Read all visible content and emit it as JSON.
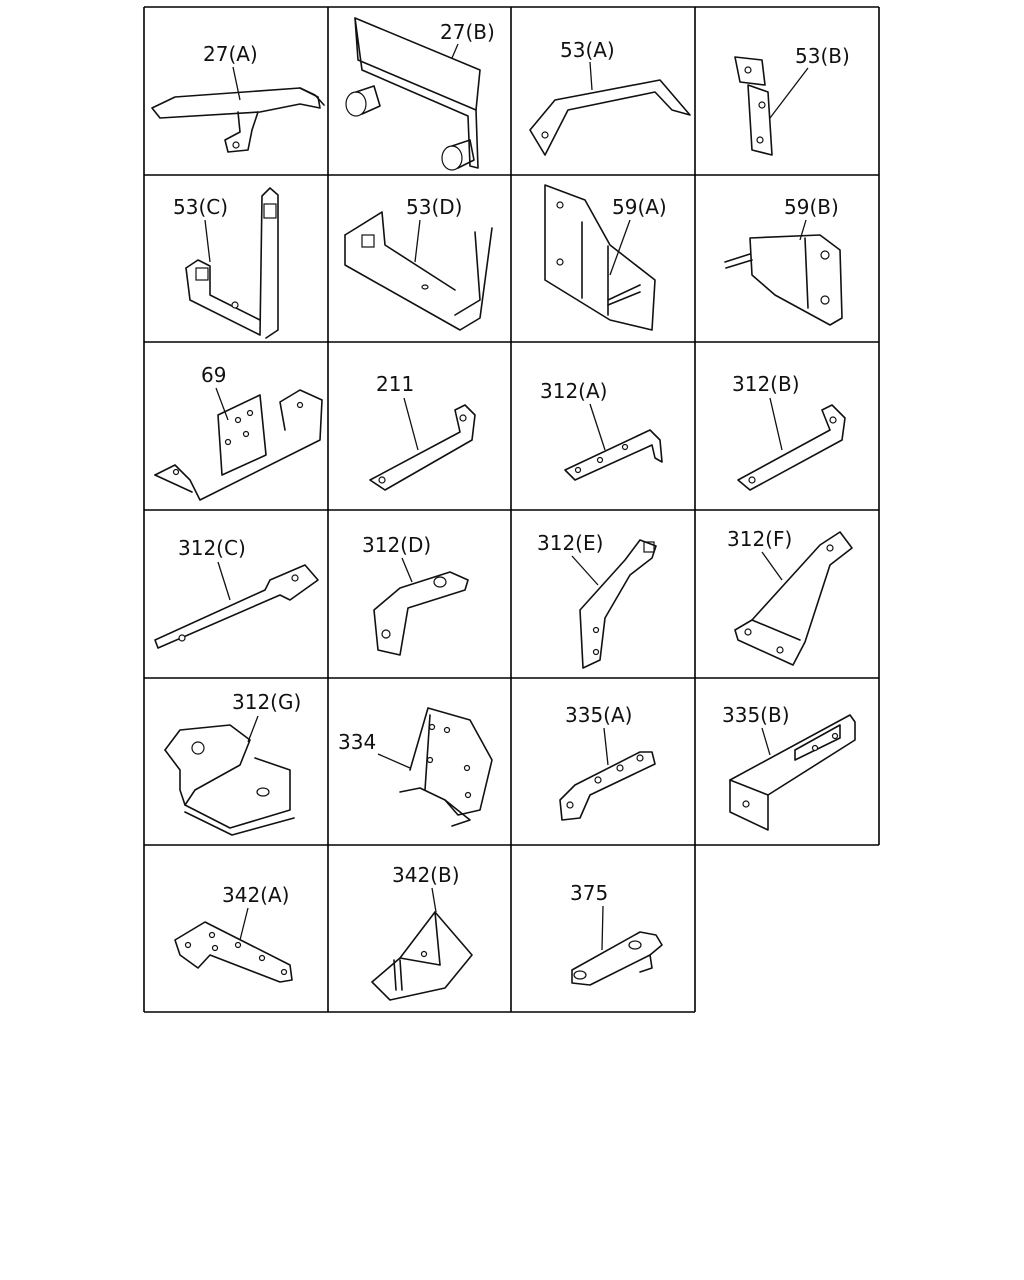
{
  "parts": [
    {
      "id": "27a",
      "label": "27(A)"
    },
    {
      "id": "27b",
      "label": "27(B)"
    },
    {
      "id": "53a",
      "label": "53(A)"
    },
    {
      "id": "53b",
      "label": "53(B)"
    },
    {
      "id": "53c",
      "label": "53(C)"
    },
    {
      "id": "53d",
      "label": "53(D)"
    },
    {
      "id": "59a",
      "label": "59(A)"
    },
    {
      "id": "59b",
      "label": "59(B)"
    },
    {
      "id": "69",
      "label": "69"
    },
    {
      "id": "211",
      "label": "211"
    },
    {
      "id": "312a",
      "label": "312(A)"
    },
    {
      "id": "312b",
      "label": "312(B)"
    },
    {
      "id": "312c",
      "label": "312(C)"
    },
    {
      "id": "312d",
      "label": "312(D)"
    },
    {
      "id": "312e",
      "label": "312(E)"
    },
    {
      "id": "312f",
      "label": "312(F)"
    },
    {
      "id": "312g",
      "label": "312(G)"
    },
    {
      "id": "334",
      "label": "334"
    },
    {
      "id": "335a",
      "label": "335(A)"
    },
    {
      "id": "335b",
      "label": "335(B)"
    },
    {
      "id": "342a",
      "label": "342(A)"
    },
    {
      "id": "342b",
      "label": "342(B)"
    },
    {
      "id": "375",
      "label": "375"
    }
  ]
}
